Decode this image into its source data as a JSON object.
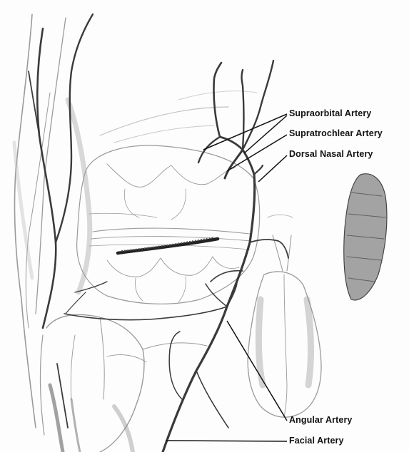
{
  "labels": {
    "supraorbital": "Supraorbital Artery",
    "supratrochlear": "Supratrochlear Artery",
    "dorsal_nasal": "Dorsal Nasal Artery",
    "angular": "Angular Artery",
    "facial": "Facial Artery"
  },
  "colors": {
    "background": "#fdfdfd",
    "artery": "#3a3a3a",
    "sketch": "#9a9a9a",
    "leader_line": "#111111",
    "label_text": "#111111"
  }
}
